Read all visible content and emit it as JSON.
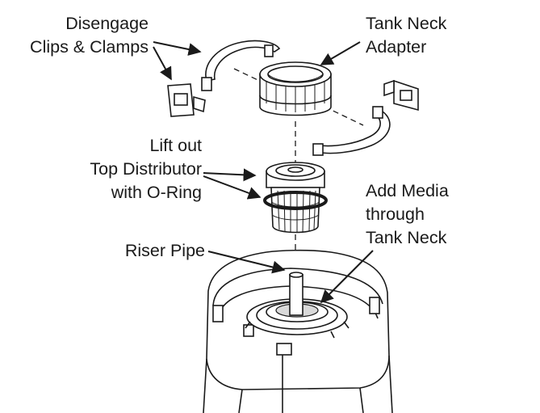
{
  "labels": {
    "disengage": [
      "Disengage",
      "Clips & Clamps"
    ],
    "tank_neck_adapter": [
      "Tank Neck",
      "Adapter"
    ],
    "lift_out": [
      "Lift out",
      "Top Distributor",
      "with O-Ring"
    ],
    "add_media": [
      "Add Media",
      "through",
      "Tank Neck"
    ],
    "riser_pipe": [
      "Riser Pipe"
    ]
  },
  "colors": {
    "ink": "#1a1a1a",
    "fill": "#ffffff",
    "shade": "#d9d9d9"
  }
}
